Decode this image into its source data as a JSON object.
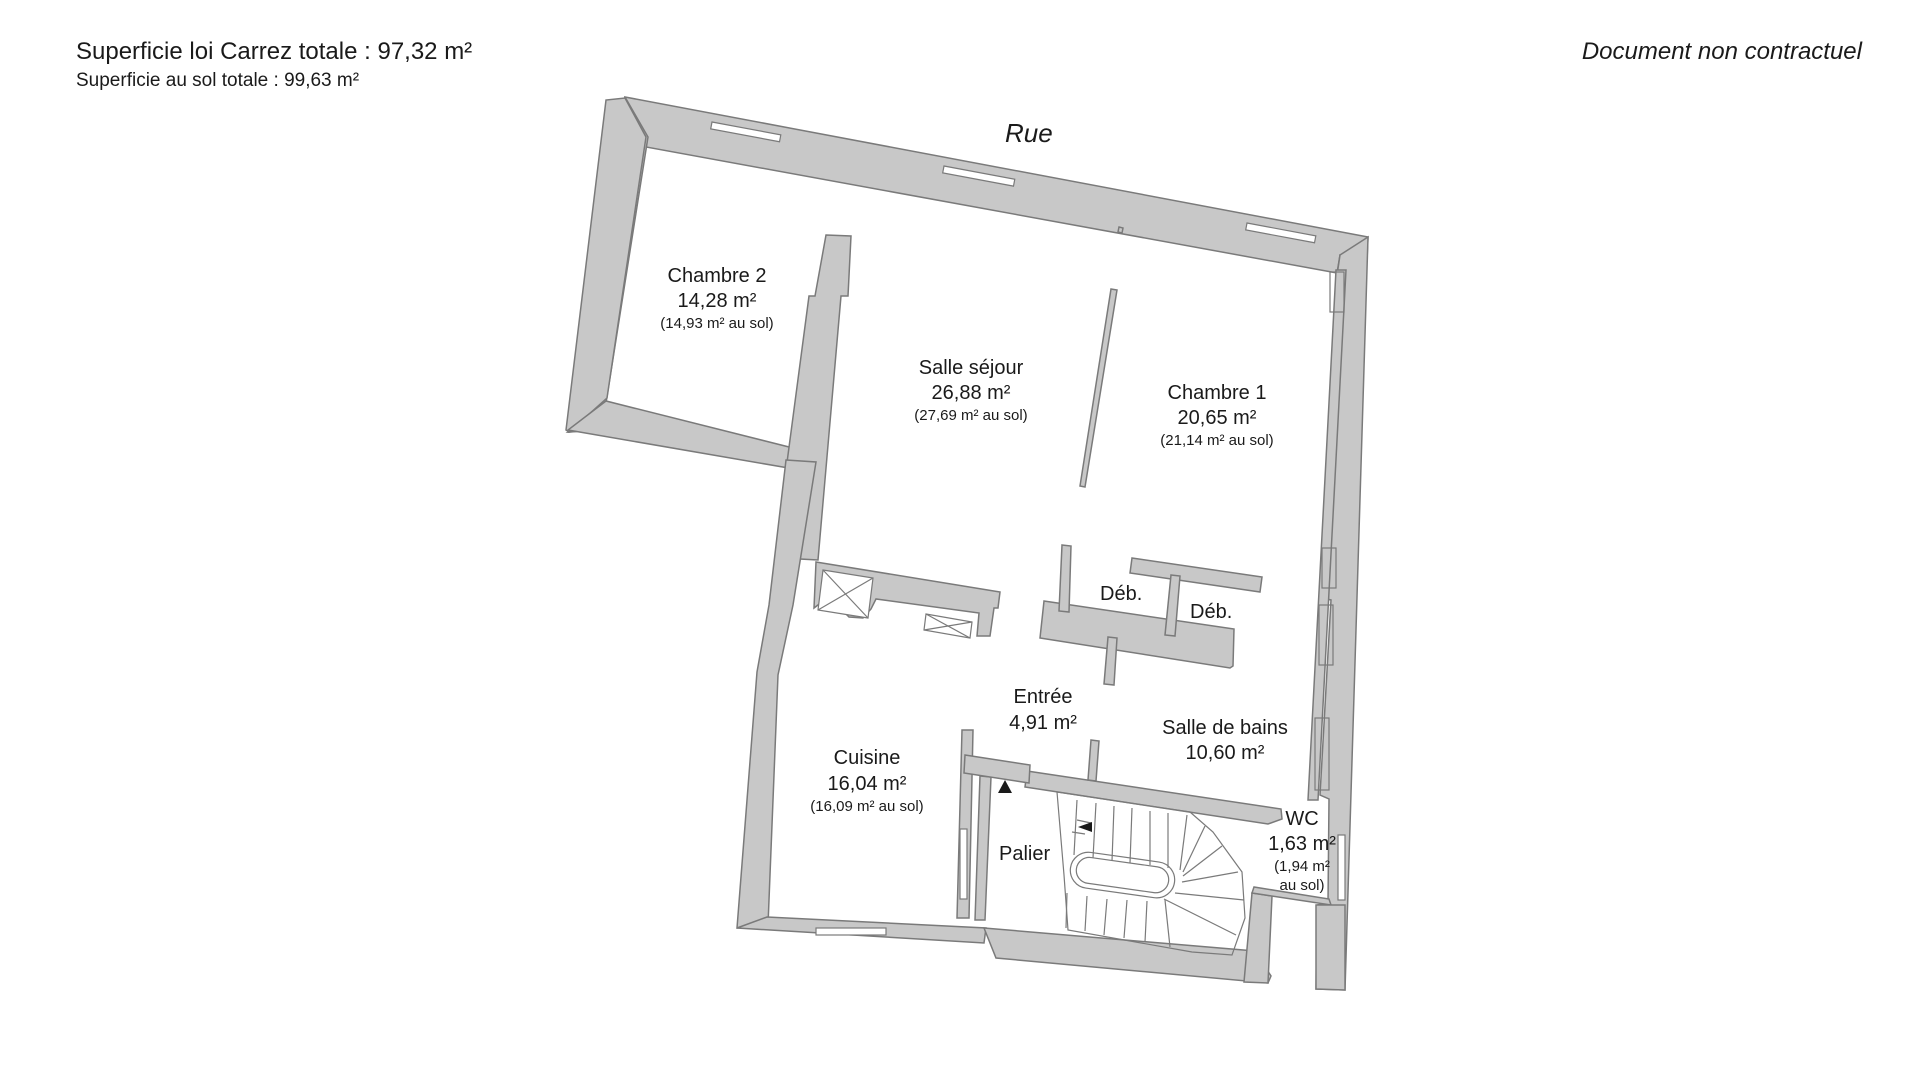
{
  "header": {
    "carrez_total": "Superficie loi Carrez totale :  97,32 m²",
    "sol_total": "Superficie au sol totale :  99,63 m²",
    "disclaimer": "Document non contractuel"
  },
  "plan": {
    "street": "Rue",
    "rooms": {
      "chambre2": {
        "name": "Chambre 2",
        "area": "14,28 m²",
        "floor": "(14,93 m² au sol)"
      },
      "sejour": {
        "name": "Salle séjour",
        "area": "26,88 m²",
        "floor": "(27,69 m² au sol)"
      },
      "chambre1": {
        "name": "Chambre 1",
        "area": "20,65 m²",
        "floor": "(21,14 m² au sol)"
      },
      "deb1": {
        "name": "Déb."
      },
      "deb2": {
        "name": "Déb."
      },
      "entree": {
        "name": "Entrée",
        "area": "4,91 m²"
      },
      "sdb": {
        "name": "Salle de bains",
        "area": "10,60 m²"
      },
      "cuisine": {
        "name": "Cuisine",
        "area": "16,04 m²",
        "floor": "(16,09 m² au sol)"
      },
      "palier": {
        "name": "Palier"
      },
      "wc": {
        "name": "WC",
        "area": "1,63 m²",
        "floor_1": "(1,94 m²",
        "floor_2": "au sol)"
      }
    }
  },
  "colors": {
    "wall": "#c8c8c8",
    "wall_stroke": "#7a7a7a",
    "text": "#1a1a1a"
  }
}
